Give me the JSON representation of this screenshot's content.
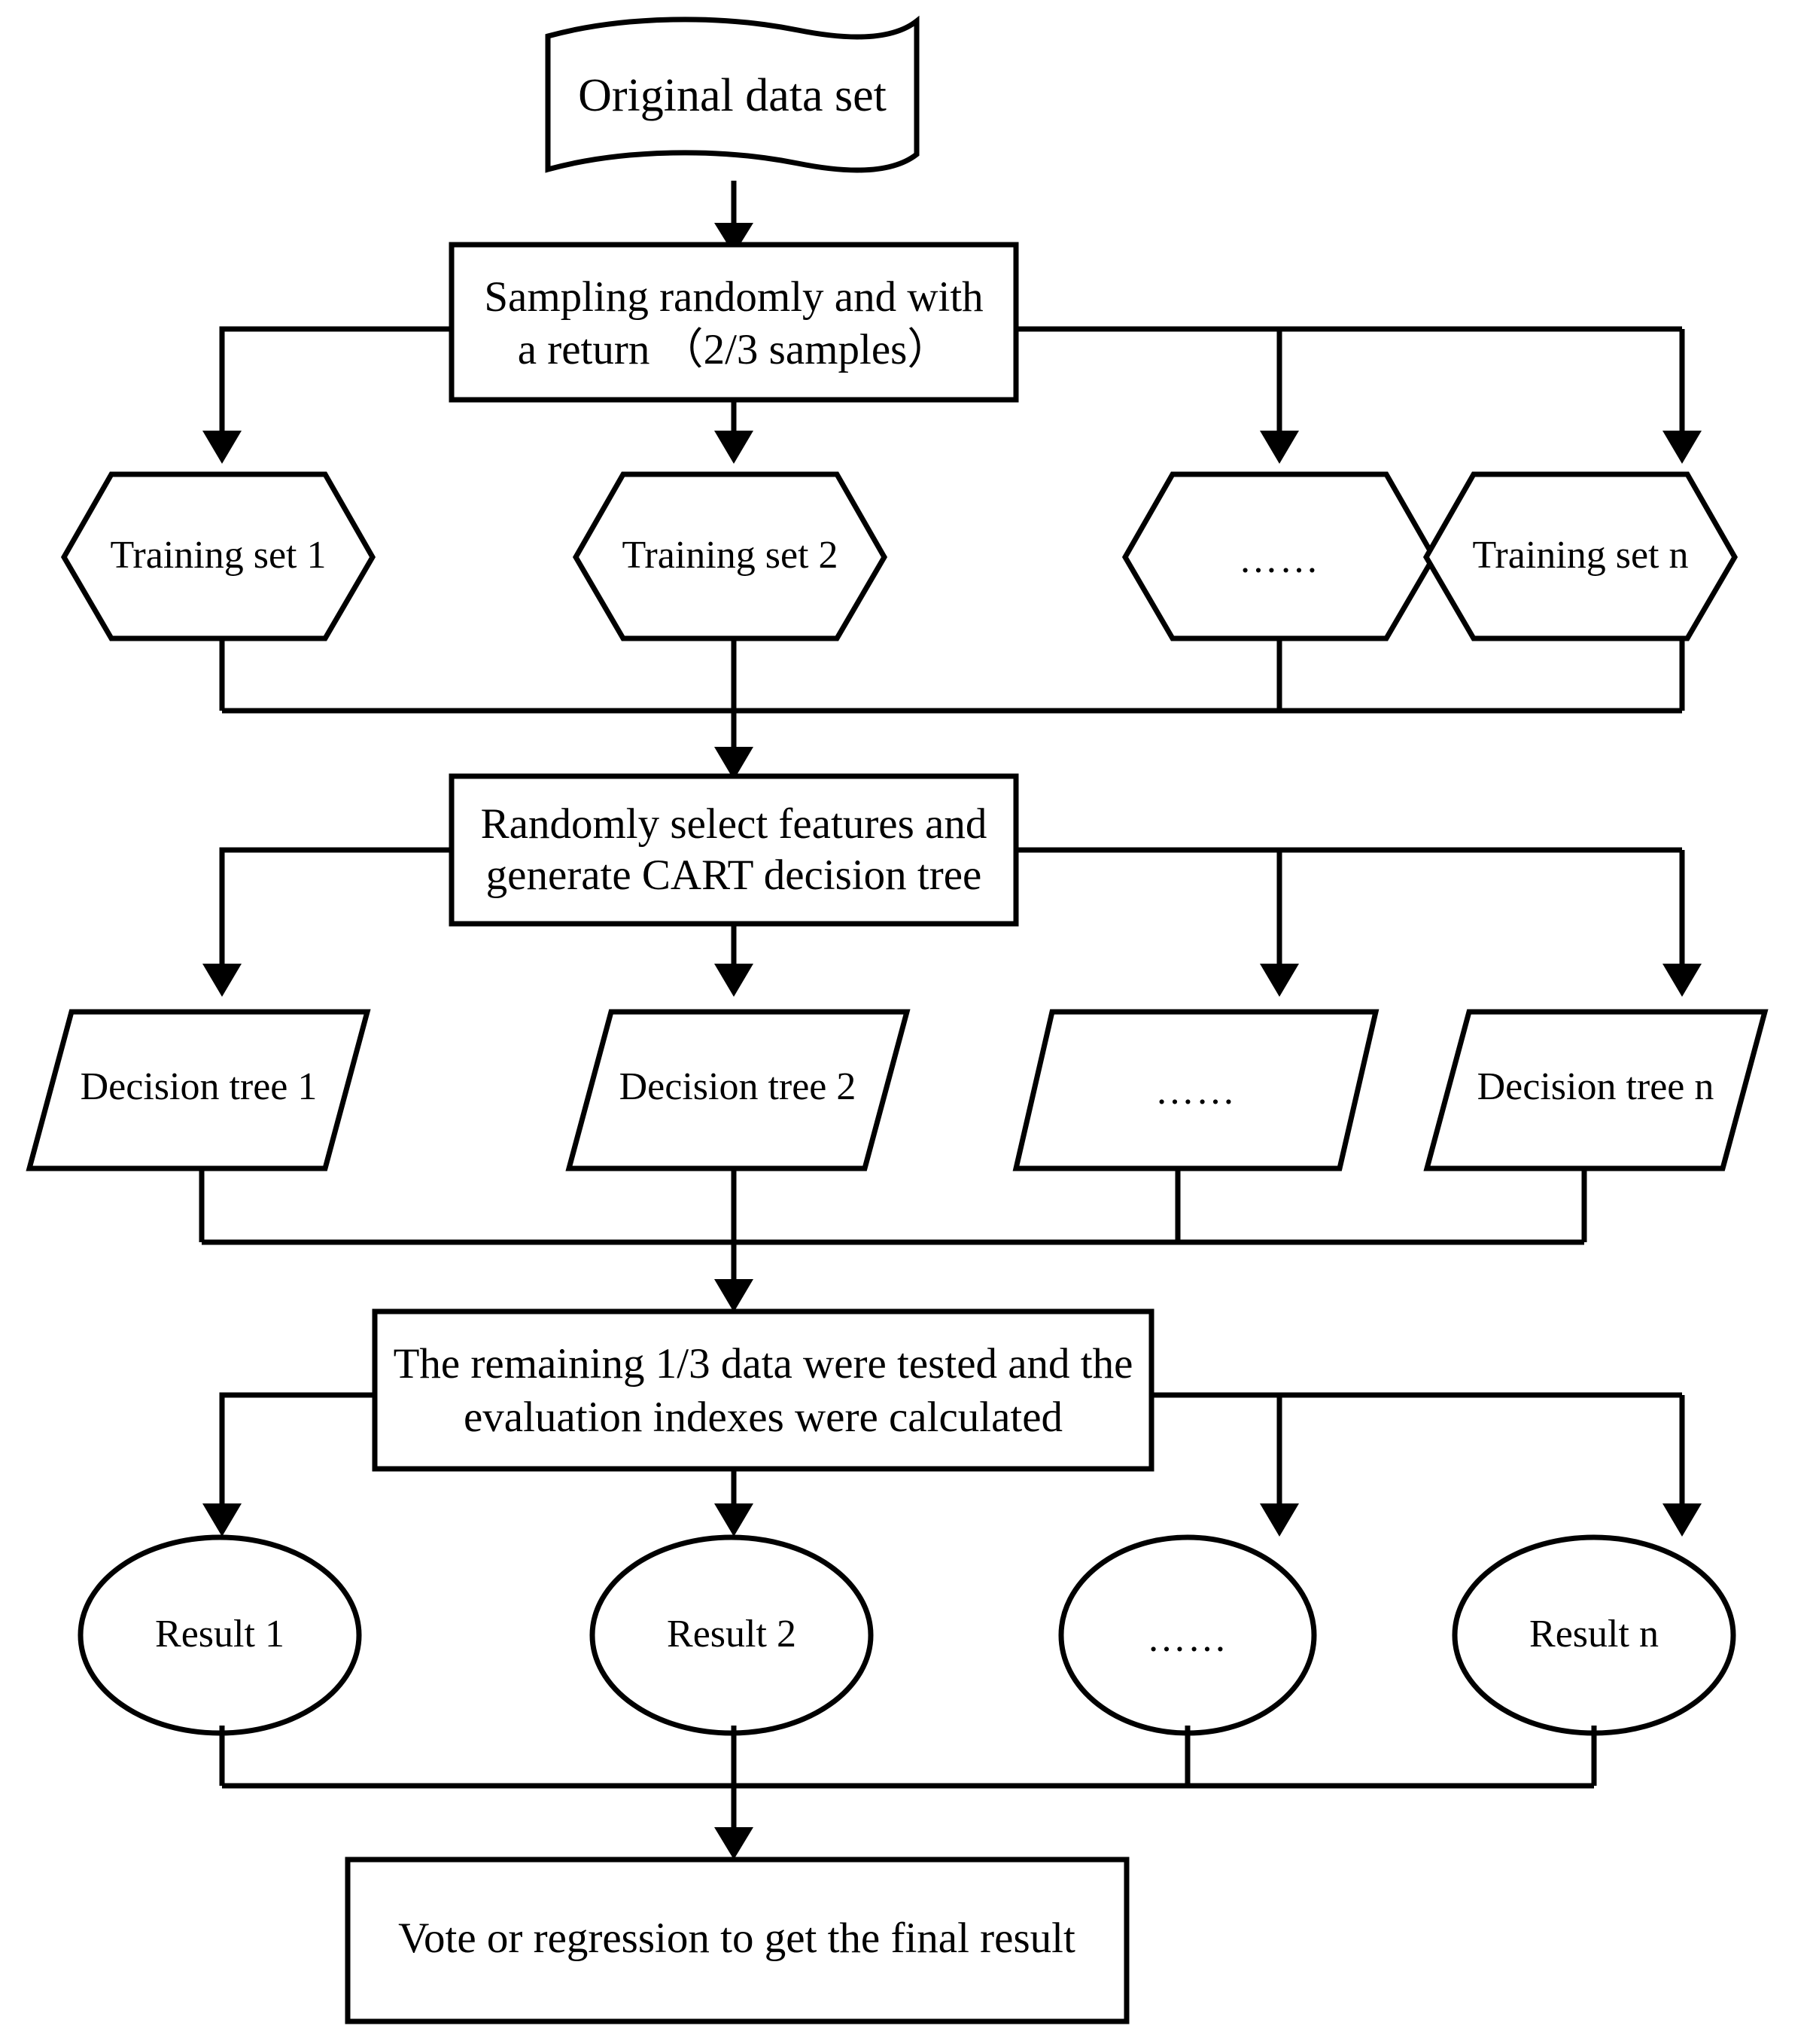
{
  "diagram": {
    "title": "Random Forest algorithm flowchart",
    "background_color": "#ffffff",
    "line_color": "#000000",
    "ellipsis_glyph": "……"
  },
  "nodes": {
    "original_data": {
      "label": "Original data set",
      "shape": "document"
    },
    "sampling": {
      "line1": "Sampling randomly and with",
      "line2": "a return （2/3 samples）",
      "shape": "process"
    },
    "training_sets": [
      {
        "label": "Training set 1",
        "shape": "hexagon"
      },
      {
        "label": "Training set 2",
        "shape": "hexagon"
      },
      {
        "label": "……",
        "shape": "hexagon"
      },
      {
        "label": "Training set n",
        "shape": "hexagon"
      }
    ],
    "feature_select": {
      "line1": "Randomly select features and",
      "line2": "generate CART decision tree",
      "shape": "process"
    },
    "decision_trees": [
      {
        "label": "Decision tree 1",
        "shape": "parallelogram"
      },
      {
        "label": "Decision tree 2",
        "shape": "parallelogram"
      },
      {
        "label": "……",
        "shape": "parallelogram"
      },
      {
        "label": "Decision tree n",
        "shape": "parallelogram"
      }
    ],
    "evaluation": {
      "line1": "The remaining 1/3 data were tested and the",
      "line2": "evaluation indexes were calculated",
      "shape": "process"
    },
    "results": [
      {
        "label": "Result 1",
        "shape": "ellipse"
      },
      {
        "label": "Result 2",
        "shape": "ellipse"
      },
      {
        "label": "……",
        "shape": "ellipse"
      },
      {
        "label": "Result n",
        "shape": "ellipse"
      }
    ],
    "final": {
      "label": "Vote or regression to get the final result",
      "shape": "process"
    }
  }
}
